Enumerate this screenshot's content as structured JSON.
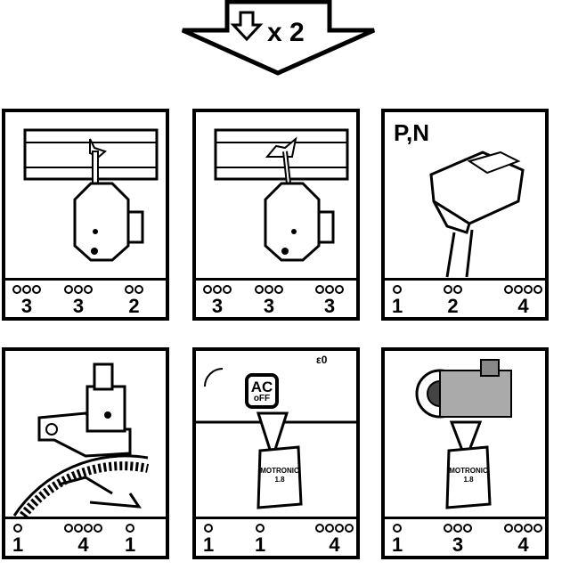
{
  "header": {
    "multiplier": "x 2"
  },
  "panels": [
    {
      "id": "p1",
      "groups": [
        {
          "count": 3,
          "num": "3"
        },
        {
          "count": 3,
          "num": "3"
        },
        {
          "count": 2,
          "num": "2"
        }
      ]
    },
    {
      "id": "p2",
      "groups": [
        {
          "count": 3,
          "num": "3"
        },
        {
          "count": 3,
          "num": "3"
        },
        {
          "count": 3,
          "num": "3"
        }
      ]
    },
    {
      "id": "p3",
      "label": "P,N",
      "groups": [
        {
          "count": 1,
          "num": "1"
        },
        {
          "count": 2,
          "num": "2"
        },
        {
          "count": 4,
          "num": "4"
        }
      ]
    },
    {
      "id": "p4",
      "groups": [
        {
          "count": 1,
          "num": "1"
        },
        {
          "count": 4,
          "num": "4"
        },
        {
          "count": 1,
          "num": "1"
        }
      ]
    },
    {
      "id": "p5",
      "ac_label": "AC",
      "ac_sub": "oFF",
      "module_label_1": "MOTRONIC",
      "module_label_2": "1.8",
      "groups": [
        {
          "count": 1,
          "num": "1"
        },
        {
          "count": 1,
          "num": "1"
        },
        {
          "count": 4,
          "num": "4"
        }
      ]
    },
    {
      "id": "p6",
      "module_label_1": "MOTRONIC",
      "module_label_2": "1.8",
      "groups": [
        {
          "count": 1,
          "num": "1"
        },
        {
          "count": 3,
          "num": "3"
        },
        {
          "count": 4,
          "num": "4"
        }
      ]
    }
  ]
}
